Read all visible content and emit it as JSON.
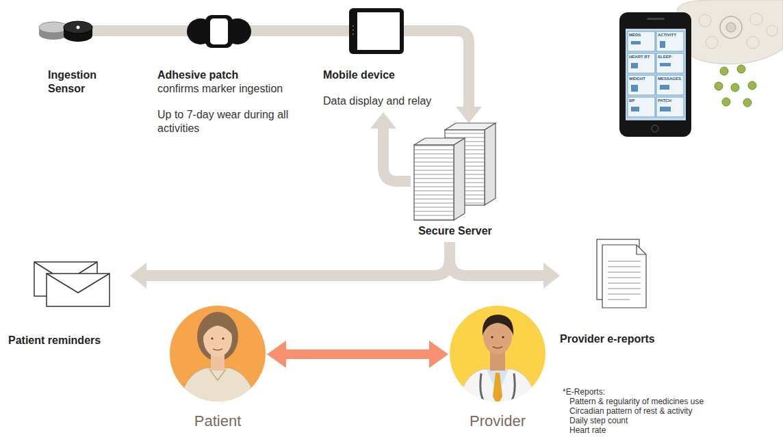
{
  "diagram": {
    "nodes": [
      {
        "text": [
          "Ingestion Sensor"
        ]
      },
      {
        "text": [
          "Adhesive patch",
          "confirms marker ingestion",
          "Up to 7-day wear during all activities"
        ]
      },
      {
        "text": [
          "Mobile device",
          "Data display and relay"
        ]
      },
      {
        "text": [
          "Secure Server"
        ]
      },
      {
        "text": [
          "Patient reminders"
        ]
      },
      {
        "text": [
          "Patient"
        ]
      },
      {
        "text": [
          "Provider"
        ]
      },
      {
        "text": [
          "Provider e-reports"
        ]
      }
    ],
    "edges": [
      {
        "from": 0,
        "to": 1,
        "arrow": "none"
      },
      {
        "from": 1,
        "to": 2,
        "arrow": "none"
      },
      {
        "from": 2,
        "to": 3,
        "arrow": "to"
      },
      {
        "from": 3,
        "to": 2,
        "arrow": "to"
      },
      {
        "from": 3,
        "to": 4,
        "arrow": "to"
      },
      {
        "from": 3,
        "to": 7,
        "arrow": "to"
      },
      {
        "from": 5,
        "to": 6,
        "arrow": "both"
      }
    ],
    "labels": [
      "*E-Reports:",
      "Pattern & regularity of medicines use",
      "Circadian pattern of rest & activity",
      "Daily step count",
      "Heart rate",
      "MEDS",
      "ACTIVITY",
      "HEART RT",
      "SLEEP",
      "WEIGHT",
      "MESSAGES",
      "BP",
      "PATCH"
    ]
  }
}
